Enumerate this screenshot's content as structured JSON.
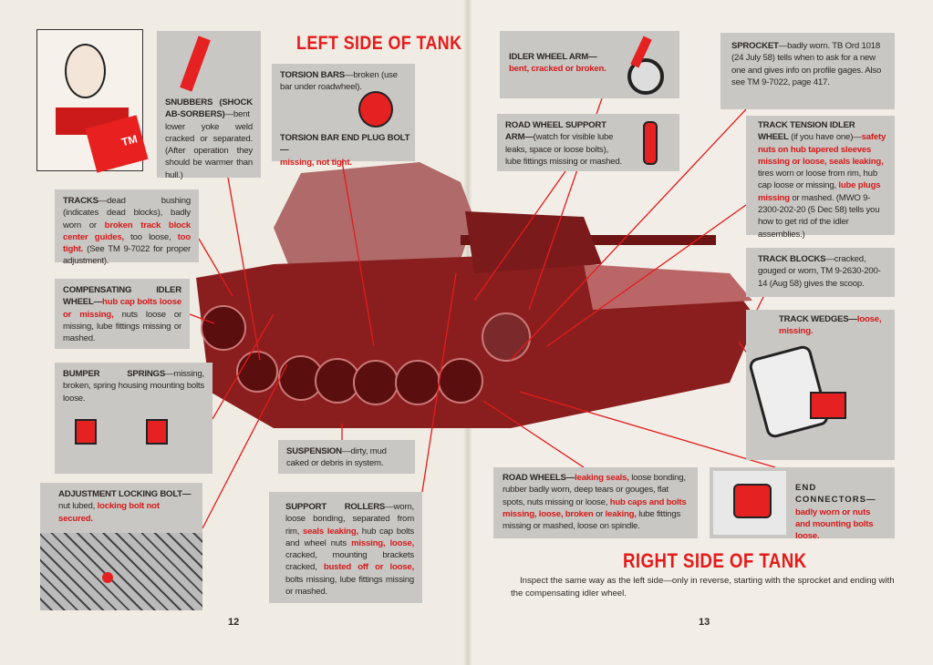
{
  "left_page": {
    "title": "LEFT SIDE OF TANK",
    "page_number": "12",
    "illustration_badge": "TM",
    "snubbers": {
      "head": "SNUBBERS (SHOCK AB-SORBERS)",
      "t1": "—bent lower yoke weld cracked or separated. (After operation they should be warmer than hull.)"
    },
    "torsion_bars": {
      "head": "TORSION BARS",
      "t1": "—broken (use bar under roadwheel)."
    },
    "torsion_plug": {
      "head": "TORSION BAR END PLUG BOLT—",
      "r1": "missing, not tight."
    },
    "tracks": {
      "head": "TRACKS",
      "t1": "—dead bushing (indicates dead blocks), badly worn or ",
      "r1": "broken track block center guides,",
      "t2": " too loose, ",
      "r2": "too tight.",
      "t3": " (See TM 9-7022 for proper adjustment)."
    },
    "compensating": {
      "head": "COMPENSATING IDLER WHEEL—",
      "r1": "hub cap bolts loose or missing,",
      "t1": " nuts loose or missing, lube fittings missing or mashed."
    },
    "bumper": {
      "head": "BUMPER SPRINGS",
      "t1": "—missing, broken, spring housing mounting bolts loose."
    },
    "suspension": {
      "head": "SUSPENSION",
      "t1": "—dirty, mud caked or debris in system."
    },
    "adjustment": {
      "head": "ADJUSTMENT LOCKING BOLT—",
      "t1": "nut lubed, ",
      "r1": "locking bolt not secured."
    },
    "support_rollers": {
      "head": "SUPPORT ROLLERS",
      "t1": "—worn, loose bonding, separated from rim, ",
      "r1": "seals leaking,",
      "t2": " hub cap bolts and wheel nuts ",
      "r2": "missing, loose,",
      "t3": " cracked, mounting brackets cracked, ",
      "r3": "busted off or loose,",
      "t4": " bolts missing, lube fittings missing or mashed."
    }
  },
  "right_page": {
    "title": "RIGHT SIDE OF TANK",
    "page_number": "13",
    "instructions": "Inspect the same way as the left side—only in reverse, starting with the sprocket and ending with the compensating idler wheel.",
    "idler_arm": {
      "head": "IDLER WHEEL ARM—",
      "r1": "bent, cracked or broken."
    },
    "sprocket": {
      "head": "SPROCKET",
      "t1": "—badly worn. TB Ord 1018 (24 July 58) tells when to ask for a new one and gives info on profile gages. Also see TM 9-7022, page 417."
    },
    "road_wheel_arm": {
      "head": "ROAD WHEEL SUPPORT ARM—",
      "t1": "(watch for visible lube leaks, space or loose bolts), lube fittings missing or mashed."
    },
    "track_tension": {
      "head": "TRACK TENSION IDLER WHEEL",
      "t1": " (if you have one)—",
      "r1": "safety nuts on hub tapered sleeves missing or loose, seals leaking,",
      "t2": " tires worn or loose from rim, hub cap loose or missing, ",
      "r2": "lube plugs missing",
      "t3": " or mashed. (MWO 9-2300-202-20 (5 Dec 58) tells you how to get rid of the idler assemblies.)"
    },
    "track_blocks": {
      "head": "TRACK BLOCKS",
      "t1": "—cracked, gouged or worn, TM 9-2630-200-14 (Aug 58) gives the scoop."
    },
    "track_wedges": {
      "head": "TRACK WEDGES—",
      "r1": "loose, missing."
    },
    "road_wheels": {
      "head": "ROAD WHEELS—",
      "r1": "leaking seals,",
      "t1": " loose bonding, rubber badly worn, deep tears or gouges, flat spots, nuts missing or loose, ",
      "r2": "hub caps and bolts missing, loose, broken",
      "t2": " or ",
      "r3": "leaking,",
      "t3": " lube fittings missing or mashed, loose on spindle."
    },
    "end_connectors": {
      "head": "END CONNECTORS—",
      "r1": "badly worn or nuts and mounting bolts loose."
    }
  },
  "colors": {
    "accent_red": "#e41b1b",
    "box_gray": "#c9c7c4",
    "tank_maroon": "#8a1e1e"
  }
}
